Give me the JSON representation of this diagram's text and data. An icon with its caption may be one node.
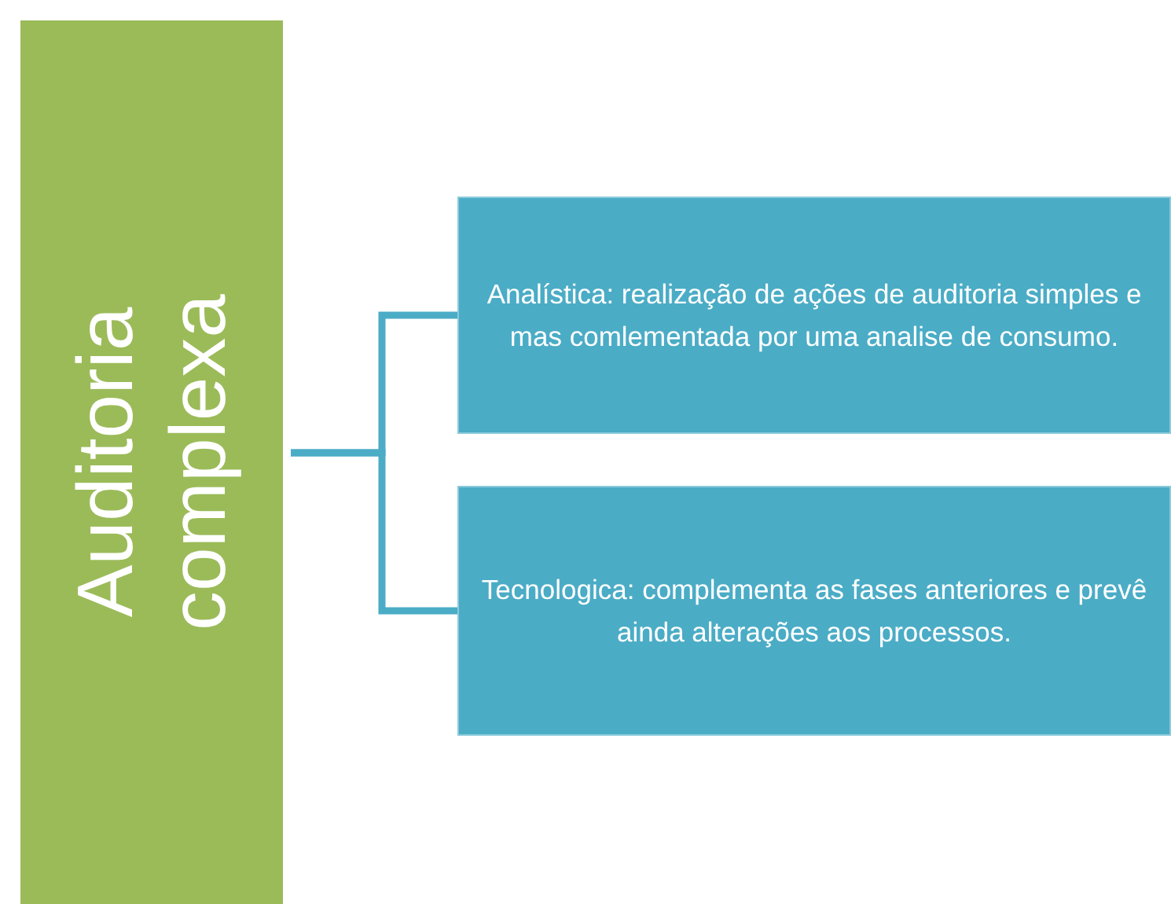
{
  "diagram": {
    "nodes": [
      {
        "text": [
          "Auditoria complexa"
        ]
      },
      {
        "text": [
          "Analística: realização de ações de auditoria simples e mas comlementada por uma analise de consumo."
        ]
      },
      {
        "text": [
          "Tecnologica: complementa as fases anteriores e prevê ainda alterações aos processos."
        ]
      }
    ],
    "edges": [
      {
        "from": 0,
        "to": 1,
        "arrow": "none"
      },
      {
        "from": 0,
        "to": 2,
        "arrow": "none"
      }
    ]
  }
}
